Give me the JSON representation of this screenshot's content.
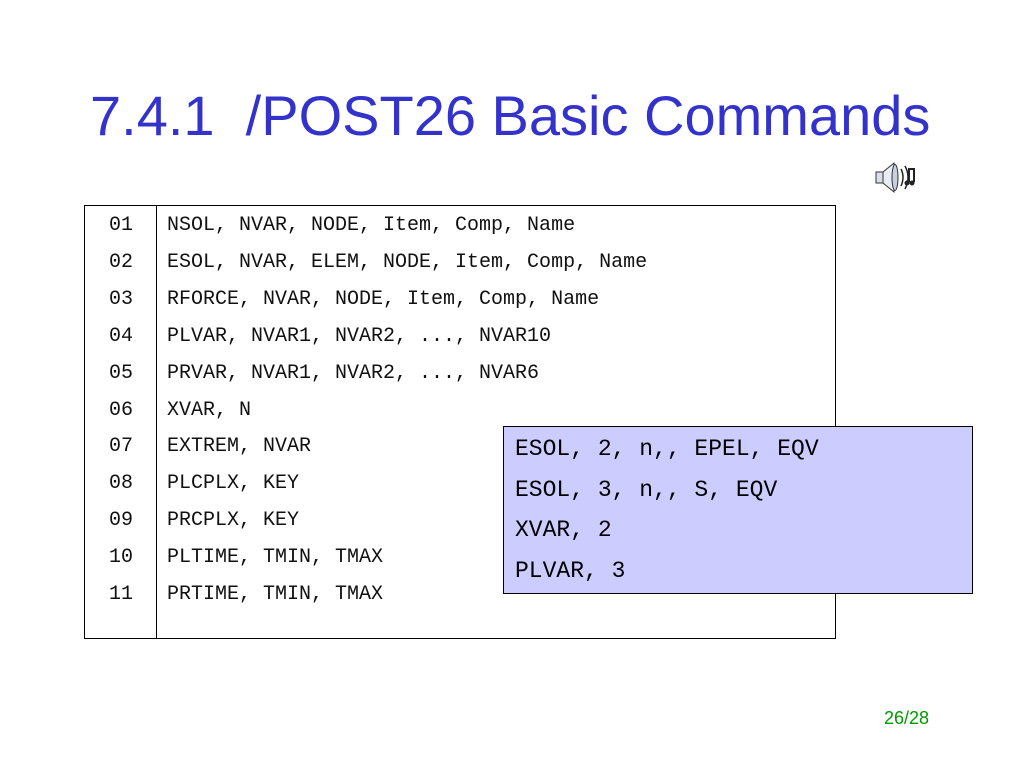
{
  "slide": {
    "title": "7.4.1  /POST26 Basic Commands",
    "page_number": "26/28",
    "icons": {
      "audio": "speaker-icon"
    },
    "colors": {
      "title": "#3333cc",
      "example_box_background": "#ccccff",
      "page_number": "#009900"
    }
  },
  "command_table": {
    "rows": [
      {
        "num": "01",
        "cmd": "NSOL, NVAR, NODE, Item, Comp, Name"
      },
      {
        "num": "02",
        "cmd": "ESOL, NVAR, ELEM, NODE, Item, Comp, Name"
      },
      {
        "num": "03",
        "cmd": "RFORCE, NVAR, NODE, Item, Comp, Name"
      },
      {
        "num": "04",
        "cmd": "PLVAR, NVAR1, NVAR2, ..., NVAR10"
      },
      {
        "num": "05",
        "cmd": "PRVAR, NVAR1, NVAR2, ..., NVAR6"
      },
      {
        "num": "06",
        "cmd": "XVAR, N"
      },
      {
        "num": "07",
        "cmd": "EXTREM, NVAR"
      },
      {
        "num": "08",
        "cmd": "PLCPLX, KEY"
      },
      {
        "num": "09",
        "cmd": "PRCPLX, KEY"
      },
      {
        "num": "10",
        "cmd": "PLTIME, TMIN, TMAX"
      },
      {
        "num": "11",
        "cmd": "PRTIME, TMIN, TMAX"
      }
    ]
  },
  "example_box": {
    "lines": [
      "ESOL, 2, n,, EPEL, EQV",
      "ESOL, 3, n,, S, EQV",
      "XVAR, 2",
      "PLVAR, 3"
    ]
  }
}
